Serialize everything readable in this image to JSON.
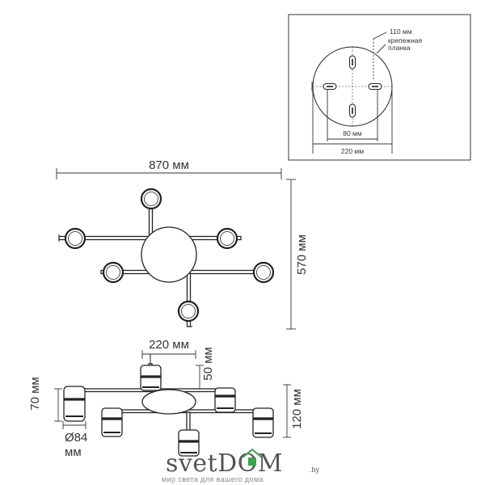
{
  "top_view": {
    "width_label": "870 мм",
    "height_label": "570 мм"
  },
  "side_view": {
    "base_width_label": "220 мм",
    "mount_height_label": "50 мм",
    "shade_height_label": "70 мм",
    "total_height_label": "120 мм",
    "shade_diameter_label": "Ø84",
    "shade_diameter_unit": "мм"
  },
  "mount_inset": {
    "slot_spacing_label": "110 мм",
    "bracket_label_line1": "крепежная",
    "bracket_label_line2": "планка",
    "hole_spacing_label": "80 мм",
    "base_diameter_label": "220 мм"
  },
  "logo": {
    "brand_left": "svet",
    "brand_right": "DOM",
    "domain_suffix": ".by",
    "tagline": "мир света для вашего дома"
  },
  "colors": {
    "line": "#222222",
    "text": "#333333",
    "logo": "#555555",
    "tagline": "#8a8a8a"
  }
}
